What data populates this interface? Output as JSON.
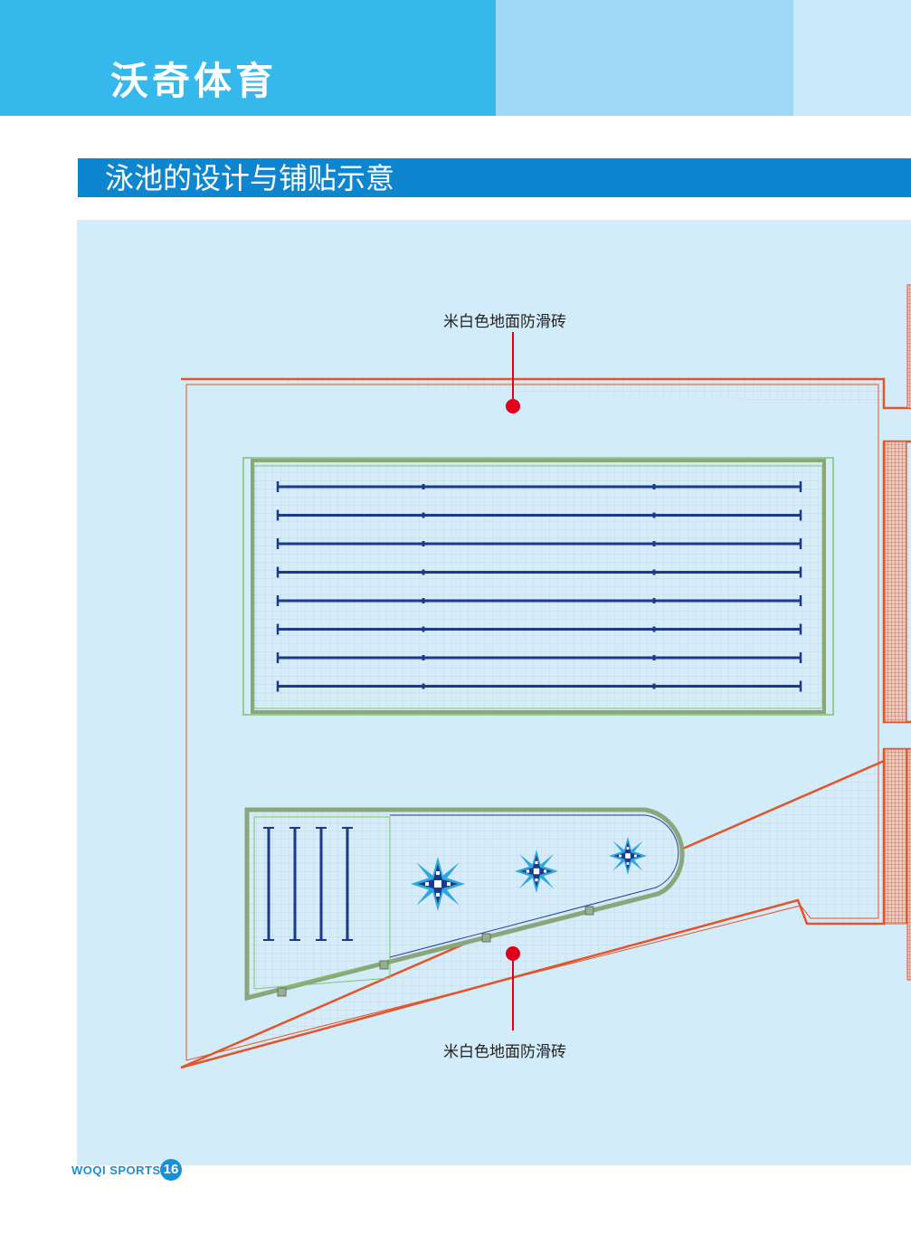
{
  "header": {
    "brand_title": "沃奇体育"
  },
  "section": {
    "title": "泳池的设计与铺贴示意"
  },
  "diagram": {
    "callout_top": "米白色地面防滑砖",
    "callout_bottom": "米白色地面防滑砖",
    "colors": {
      "background": "#d3ecfa",
      "deck_border": "#e2542b",
      "pool_edge": "#8aa67a",
      "lane_line": "#1b3a8c",
      "marker_dot": "#e0001b",
      "motif_dark": "#1b3a8c",
      "motif_light": "#2fa8e0"
    },
    "lane_count": 8,
    "ladder_count": 4,
    "motif_count": 3
  },
  "footer": {
    "brand": "WOQI SPORTS",
    "page_number": "16"
  }
}
